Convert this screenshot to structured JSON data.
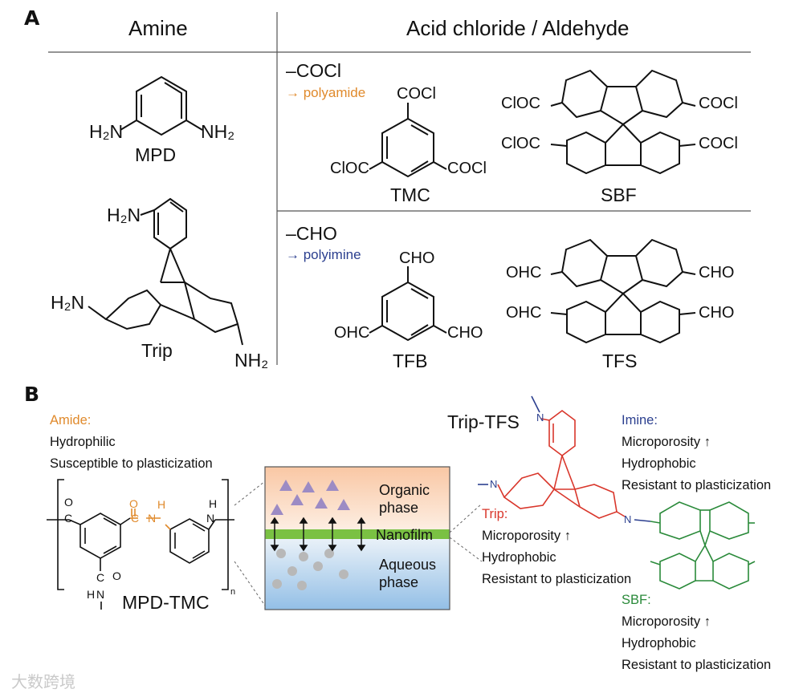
{
  "panelA": {
    "letter": "A",
    "header_amine": "Amine",
    "header_acid": "Acid chloride / Aldehyde",
    "amines": [
      {
        "name": "MPD",
        "groups": [
          "H₂N",
          "NH₂"
        ]
      },
      {
        "name": "Trip",
        "groups": [
          "H₂N",
          "H₂N",
          "NH₂"
        ]
      }
    ],
    "cocl_group": {
      "label": "–COCl",
      "product": "→ polyamide",
      "compounds": [
        {
          "name": "TMC",
          "groups": [
            "COCl",
            "ClOC",
            "COCl"
          ]
        },
        {
          "name": "SBF",
          "groups": [
            "ClOC",
            "COCl",
            "ClOC",
            "COCl"
          ]
        }
      ]
    },
    "cho_group": {
      "label": "–CHO",
      "product": "→ polyimine",
      "compounds": [
        {
          "name": "TFB",
          "groups": [
            "CHO",
            "OHC",
            "CHO"
          ]
        },
        {
          "name": "TFS",
          "groups": [
            "OHC",
            "CHO",
            "OHC",
            "CHO"
          ]
        }
      ]
    }
  },
  "panelB": {
    "letter": "B",
    "amide": {
      "title": "Amide:",
      "lines": [
        "Hydrophilic",
        "Susceptible to plasticization"
      ]
    },
    "polymer1": {
      "name": "MPD-TMC",
      "subscript": "n",
      "atoms": [
        "O",
        "C",
        "O",
        "C",
        "N",
        "H",
        "N",
        "H",
        "C",
        "O",
        "N",
        "H"
      ]
    },
    "interface": {
      "organic": [
        "Organic",
        "phase"
      ],
      "nanofilm": "Nanofilm",
      "aqueous": [
        "Aqueous",
        "phase"
      ]
    },
    "polymer2": {
      "name": "Trip-TFS",
      "atoms": [
        "N",
        "N",
        "N"
      ]
    },
    "imine": {
      "title": "Imine:",
      "lines": [
        "Microporosity ↑",
        "Hydrophobic",
        "Resistant to plasticization"
      ]
    },
    "trip": {
      "title": "Trip:",
      "lines": [
        "Microporosity ↑",
        "Hydrophobic",
        "Resistant to plasticization"
      ]
    },
    "sbf": {
      "title": "SBF:",
      "lines": [
        "Microporosity ↑",
        "Hydrophobic",
        "Resistant to plasticization"
      ]
    }
  },
  "colors": {
    "amide_orange": "#e08a2c",
    "imine_blue": "#2b3f8f",
    "trip_red": "#d9362b",
    "sbf_green": "#2a8a3a",
    "nanofilm_green": "#7ac143",
    "organic_top": "#f8c9a8",
    "aqueous_bottom": "#9ec5e8",
    "triangle_purple": "#9c8bc4",
    "droplet_gray": "#b5b5b5"
  },
  "watermark": "大数跨境"
}
